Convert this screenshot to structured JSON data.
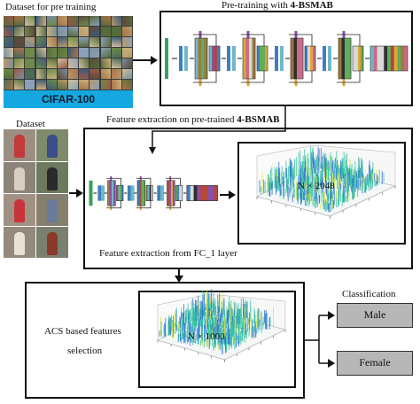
{
  "pretrain": {
    "dataset_label": "Dataset for pre training",
    "cifar_label": "CIFAR-100",
    "title_prefix": "Pre-training with ",
    "title_bold": "4-BSMAB"
  },
  "extraction": {
    "dataset_label": "Dataset",
    "title_prefix": "Feature extraction on pre-trained ",
    "title_bold": "4-BSMAB",
    "fc_label": "Feature extraction from FC_1 layer",
    "matrix_label": "N × 2048"
  },
  "selection": {
    "label_line1": "ACS based features",
    "label_line2": "selection",
    "matrix_label": "N × 1000"
  },
  "classification": {
    "title": "Classification",
    "class_male": "Male",
    "class_female": "Female"
  },
  "colors": {
    "stripe_palette": [
      "#b2473a",
      "#e0a63a",
      "#3f7fbf",
      "#5fae5a",
      "#8a4fa3",
      "#d9d9d9",
      "#2f2f2f",
      "#c96b8a",
      "#6fb8c9",
      "#9c7a3d"
    ],
    "surface_low": "#2a6bd8",
    "surface_mid": "#31c3a2",
    "surface_high": "#d9e43a"
  }
}
